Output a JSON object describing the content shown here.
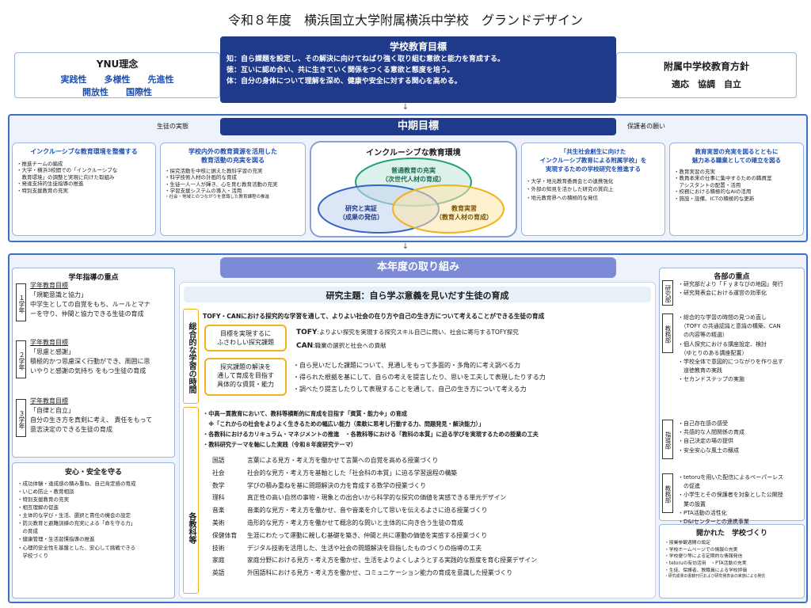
{
  "title": "令和８年度　横浜国立大学附属横浜中学校　グランドデザイン",
  "ynu": {
    "title": "YNU理念",
    "row1": [
      "実践性",
      "多様性",
      "先進性"
    ],
    "row2": [
      "開放性",
      "国際性"
    ]
  },
  "school_goal": {
    "title": "学校教育目標",
    "lines": [
      "知：自ら課題を設定し、その解決に向けてねばり強く取り組む意欲と能力を育成する。",
      "徳：互いに認め合い、共に生きていく関係をつくる意欲と態度を培う。",
      "体：自分の身体について理解を深め、健康や安全に対する関心を高める。"
    ]
  },
  "policy": {
    "title": "附属中学校教育方針",
    "items": "適応　協調　自立"
  },
  "arrow": "↓",
  "midterm": {
    "title": "中期目標",
    "left_tag": "生徒の実態",
    "right_tag": "保護者の願い",
    "box1": {
      "title": "インクルーシブな教育環境を整備する",
      "items": [
        "・推進チームの編成",
        "・大学・横浜3校間での「インクルーシブな",
        "　教育環境」の調整と実現に向けた取組み",
        "・発達支持的生徒指導の推進",
        "・特別支援教育の充実"
      ]
    },
    "box2": {
      "title": [
        "学校内外の教育資源を活用した",
        "教育活動の充実を図る"
      ],
      "items": [
        "・探究活動を中核に据えた教科学習の充実",
        "・科学技術人材の計画的な育成",
        "・生徒一人一人が輝き、心を育む教育活動の充実",
        "・学習支援システムの導入・活用",
        "・社会・地域とのつながりを意識した教育課程の推進"
      ]
    },
    "center": {
      "title": "インクルーシブな教育環境",
      "c1": [
        "普通教育の充実",
        "（次世代人材の育成）"
      ],
      "c2": [
        "研究と実証",
        "（成果の発信）"
      ],
      "c3": [
        "教育実習",
        "（教育人材の育成）"
      ]
    },
    "box3": {
      "title": [
        "「共生社会創生に向けた",
        "インクルーシブ教育による附属学校」を",
        "実現するための学校研究を推進する"
      ],
      "items": [
        "・大学・地元教育委員会との連携強化",
        "・外部の知見を活かした研究の質向上",
        "・地元教育界への積極的な発信"
      ]
    },
    "box4": {
      "title": [
        "教育実習の充実を図るとともに",
        "魅力ある職業としての確立を図る"
      ],
      "items": [
        "・教育実習の充実",
        "・教員本来の仕事に集中するための職員室",
        "　アシスタントの配置・活用",
        "・校務における積極的なAIの活用",
        "・施設・設備、ICTの積極的な更新"
      ]
    }
  },
  "annual": {
    "title": "本年度の取り組み",
    "guidance": {
      "title": "学年指導の重点",
      "grades": [
        {
          "tag": "１学年",
          "head": "学年教育目標",
          "sub": "「規範意識と協力」",
          "body": [
            "中学生としての自覚をもち、ルールとマナ",
            "ーを守り、仲間と協力できる生徒の育成"
          ]
        },
        {
          "tag": "２学年",
          "head": "学年教育目標",
          "sub": "「思慮と感謝」",
          "body": [
            "積極的かつ思慮深く行動ができ、周囲に思",
            "いやりと感謝の気持ち をもつ生徒の育成"
          ]
        },
        {
          "tag": "３学年",
          "head": "学年教育目標",
          "sub": "「自律と自立」",
          "body": [
            "自分の生き方を真剣に考え、 責任をもって",
            "意志決定のできる生徒の育成"
          ]
        }
      ]
    },
    "safety": {
      "title": "安心・安全を守る",
      "items": [
        "・成功体験・達成感の積み重ね、自己肯定感の育成",
        "・いじめ防止・教育相談",
        "・特別支援教育の充実",
        "・相互理解の促進",
        "・主体的な学び・生活、選択と責任の機会の設定",
        "・防災教育と避難訓練の充実による「命を守る力」",
        "　の育成",
        "・健康管理・生活習慣指導の推進",
        "・心理的安全性を基盤とした、安心して挑戦できる",
        "　学校づくり"
      ]
    },
    "research": {
      "title": "研究主題：自ら学ぶ意義を見いだす生徒の育成",
      "side1": "総合的な学習の時間",
      "tofy_line": "TOFY・CANにおける探究的な学習を通して、よりよい社会の在り方や自己の生き方について考えることができる生徒の育成",
      "box_a": [
        "目標を実現するに",
        "ふさわしい探究課題"
      ],
      "tofy_desc": "TOFY",
      "tofy_text": ":よりよい探究を実現する探究スキル自己に問い、社会に寄与するTOFY探究",
      "can_desc": "CAN",
      "can_text": ":職業の選択と社会への貢献",
      "box_b": [
        "探究課題の解決を",
        "通して育成を目指す",
        "具体的な資質・能力"
      ],
      "abilities": [
        "・自ら見いだした課題について、見通しをもって多面的・多角的に考え調べる力",
        "・得られた根拠を基にして、自らの考えを提言したり、思いを工夫して表現したりする力",
        "・調べたり提言したりして表現することを通して、自己の生き方について考える力"
      ],
      "side2": "各教科等",
      "bullets": [
        "・中高一貫教育において、教科等横断的に育成を目指す「資質・能力※」の育成",
        "　※「これからの社会をよりよく生きるための幅広い能力（柔軟に思考し行動する力、問題発見・解決能力）」",
        "・各教科におけるカリキュラム・マネジメントの推進　・各教科等における「教科の本質」に迫る学びを実現するための授業の工夫",
        "・教科研究テーマを軸にした実践（令和８年度研究テーマ）"
      ],
      "subjects": [
        {
          "name": "国語",
          "text": "言葉による見方・考え方を働かせて言葉への自覚を高める授業づくり"
        },
        {
          "name": "社会",
          "text": "社会的な見方・考え方を基軸とした「社会科の本質」に迫る学習過程の構築"
        },
        {
          "name": "数学",
          "text": "学びの積み重ねを基に問題解決の力を育成する数学の授業づくり"
        },
        {
          "name": "理科",
          "text": "真正性の高い自然の事物・現象との出合いから科学的な探究の価値を実感できる単元デザイン"
        },
        {
          "name": "音楽",
          "text": "音楽的な見方・考え方を働かせ、音や音楽を介して思いを伝えるよさに迫る授業づくり"
        },
        {
          "name": "美術",
          "text": "造形的な見方・考え方を働かせて概念的な問いと主体的に向き合う生徒の育成"
        },
        {
          "name": "保健体育",
          "text": "生涯にわたって運動に親しむ基礎を築き、仲間と共に運動の価値を実感する授業づくり"
        },
        {
          "name": "技術",
          "text": "デジタル技術を活用した、生活や社会の問題解決を目指したものづくりの指導の工夫"
        },
        {
          "name": "家庭",
          "text": "家庭分野における見方・考え方を働かせ、生活をよりよくしようとする実践的な態度を育む授業デザイン"
        },
        {
          "name": "英語",
          "text": "外国語科における見方・考え方を働かせ、コミュニケーション能力の育成を意識した授業づくり"
        }
      ]
    },
    "depts": {
      "title": "各部の重点",
      "list": [
        {
          "tag": "研究部",
          "items": [
            "・研究部だより「Ｆｙまなびの地図」発行",
            "・研究発表会における運営の効率化"
          ]
        },
        {
          "tag": "教務部",
          "items": [
            "・総合的な学習の時間の見つめ直し",
            "　（TOFY の共通認識と意識の構築、CAN",
            "　の内容等の精選）",
            "・個人探究における講座設定、検討",
            "　（ゆとりのある講座配置）",
            "・学校全体で意図的につながりを作り出す",
            "　道徳教育の実践",
            "・セカンドステップの実施"
          ]
        },
        {
          "tag": "指導部",
          "items": [
            "・自己存在感の感受",
            "・共感的な人間関係の育成",
            "・自己決定の場の提供",
            "・安全安心な風土の醸成"
          ]
        },
        {
          "tag": "教務部",
          "items": [
            "・tetoruを用いた配信によるペーパーレス",
            "　の促進",
            "・小学生とその保護者を対象とした公開授",
            "　業の設置",
            "・PTA活動の活性化",
            "・D&Iセンターとの連携事業"
          ]
        }
      ]
    },
    "open": {
      "title": "開かれた　学校づくり",
      "items": [
        "・授業参観週間の設定",
        "・学校ホームページでの情報の充実",
        "・学校便り等による定期的な情報発信",
        "・tetoruの有効活用　・PTA活動の充実",
        "・生徒、保護者、教職員による学校評価",
        "・研究成果の書籍刊行および研究発表会の実施による発信"
      ]
    }
  }
}
